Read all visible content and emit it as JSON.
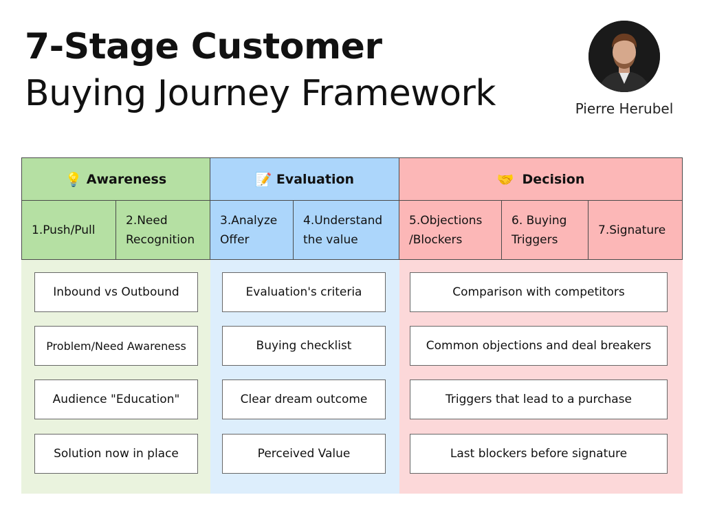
{
  "title": {
    "line1": "7-Stage Customer",
    "line2": "Buying Journey Framework"
  },
  "author": {
    "name": "Pierre Herubel"
  },
  "colors": {
    "awareness_header": "#b5e0a3",
    "awareness_body": "#eaf3de",
    "evaluation_header": "#acd6fb",
    "evaluation_body": "#ddeefc",
    "decision_header": "#fcb7b7",
    "decision_body": "#fcd8d9"
  },
  "stages": [
    {
      "icon": "lightbulb-icon",
      "emoji": "💡",
      "name": "Awareness"
    },
    {
      "icon": "memo-icon",
      "emoji": "📝",
      "name": "Evaluation"
    },
    {
      "icon": "handshake-icon",
      "emoji": "🤝",
      "name": "Decision"
    }
  ],
  "steps": [
    {
      "label": "1.Push/Pull"
    },
    {
      "label": "2.Need Recognition"
    },
    {
      "label": "3.Analyze Offer"
    },
    {
      "label": "4.Understand the value"
    },
    {
      "label": "5.Objections /Blockers"
    },
    {
      "label": "6. Buying Triggers"
    },
    {
      "label": "7.Signature"
    }
  ],
  "items": {
    "awareness": [
      "Inbound vs Outbound",
      "Problem/Need Awareness",
      "Audience \"Education\"",
      "Solution now in place"
    ],
    "evaluation": [
      "Evaluation's criteria",
      "Buying checklist",
      "Clear dream outcome",
      "Perceived Value"
    ],
    "decision": [
      "Comparison with competitors",
      "Common objections and deal breakers",
      "Triggers that lead to a purchase",
      "Last blockers before signature"
    ]
  }
}
